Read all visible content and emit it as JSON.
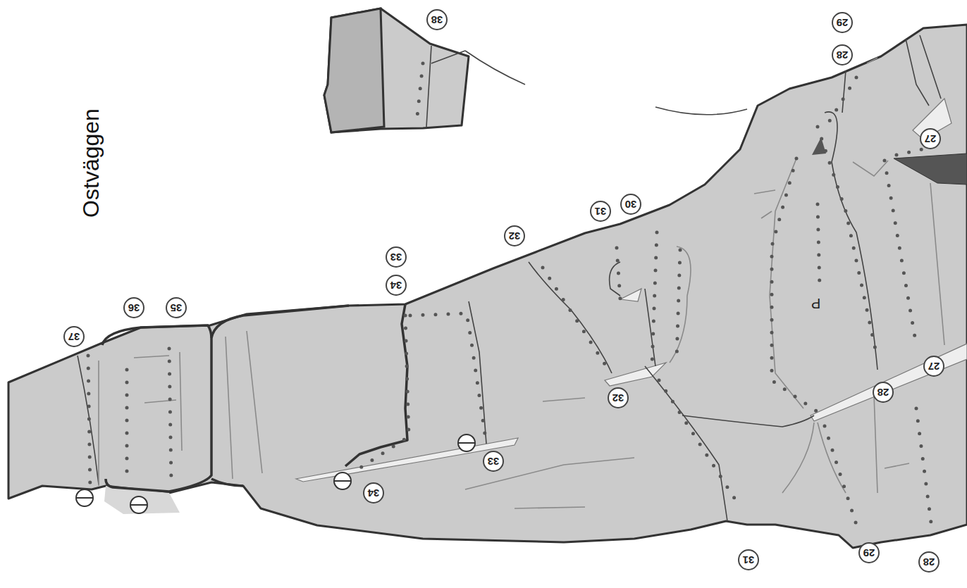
{
  "diagram": {
    "title": "Ostväggen",
    "labels": [
      "38",
      "29",
      "28",
      "27",
      "30",
      "31",
      "32",
      "33",
      "34",
      "35",
      "36",
      "37",
      "P",
      "27",
      "28",
      "32",
      "33",
      "34",
      "31",
      "29",
      "28"
    ]
  }
}
